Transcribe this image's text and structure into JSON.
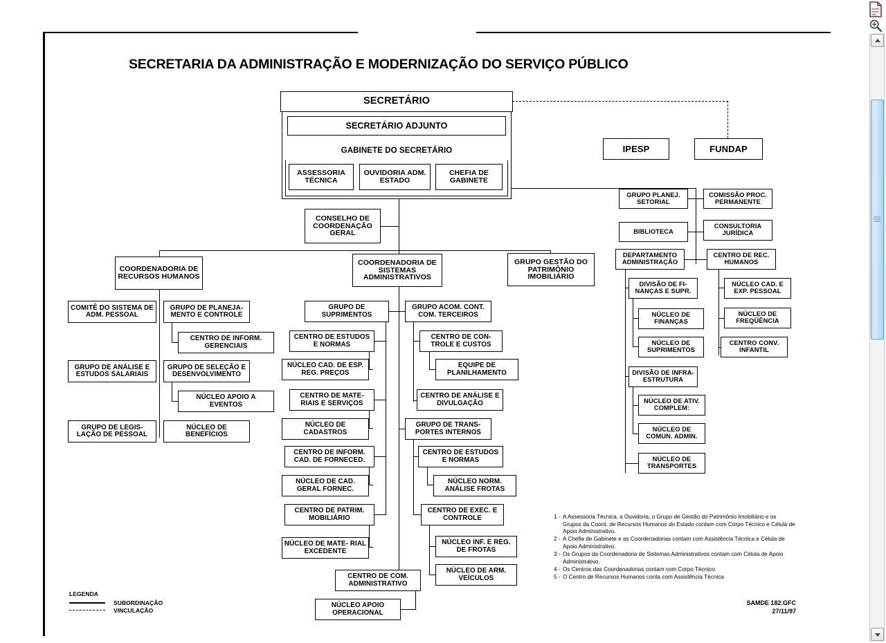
{
  "document": {
    "title": "SECRETARIA DA ADMINISTRAÇÃO E MODERNIZAÇÃO DO SERVIÇO PÚBLICO",
    "reference_code": "SAMDE 182.GFC",
    "reference_date": "27/11/97"
  },
  "legend": {
    "heading": "LEGENDA",
    "items": [
      {
        "style": "solid",
        "label": "SUBORDINAÇÃO"
      },
      {
        "style": "dashed",
        "label": "VINCULAÇÃO"
      }
    ]
  },
  "chart_data": {
    "type": "org-chart",
    "title": "SECRETARIA DA ADMINISTRAÇÃO E MODERNIZAÇÃO DO SERVIÇO PÚBLICO",
    "link_types": [
      "subordinação",
      "vinculação"
    ],
    "nodes": {
      "secretario": "SECRETÁRIO",
      "secretario_adjunto": "SECRETÁRIO ADJUNTO",
      "gabinete": "GABINETE DO SECRETÁRIO",
      "assessoria_tecnica": "ASSESSORIA TÉCNICA",
      "ouvidoria": "OUVIDORIA ADM. ESTADO",
      "chefia_gabinete": "CHEFIA DE GABINETE",
      "ipesp": "IPESP",
      "fundap": "FUNDAP",
      "conselho": "CONSELHO DE COORDENAÇÃO GERAL",
      "coord_rh": "COORDENADORIA DE RECURSOS HUMANOS",
      "coord_sistemas": "COORDENADORIA DE SISTEMAS ADMINISTRATIVOS",
      "grupo_patrimonio": "GRUPO GESTÃO DO PATRIMÔNIO IMOBILIÁRIO",
      "grupo_planej_setorial": "GRUPO PLANEJ. SETORIAL",
      "comissao_proc": "COMISSÃO PROC. PERMANENTE",
      "biblioteca": "BIBLIOTECA",
      "consultoria_juridica": "CONSULTORIA JURÍDICA",
      "departamento_adm": "DEPARTAMENTO ADMINISTRAÇÃO",
      "centro_rec_humanos": "CENTRO DE REC. HUMANOS",
      "comite_sistema": "COMITÊ DO SISTEMA DE ADM. PESSOAL",
      "grupo_planejamento": "GRUPO DE PLANEJA- MENTO E CONTROLE",
      "centro_inform_gerenciais": "CENTRO DE INFORM. GERENCIAIS",
      "grupo_analise": "GRUPO DE ANÁLISE E ESTUDOS SALARIAIS",
      "grupo_selecao": "GRUPO DE SELEÇÃO E DESENVOLVIMENTO",
      "nucleo_apoio_eventos": "NÚCLEO APOIO A EVENTOS",
      "grupo_legislacao": "GRUPO DE LEGIS- LAÇÃO DE PESSOAL",
      "nucleo_beneficios": "NÚCLEO DE BENEFÍCIOS",
      "grupo_suprimentos": "GRUPO DE SUPRIMENTOS",
      "centro_estudos_normas_1": "CENTRO DE ESTUDOS E NORMAS",
      "nucleo_cad_esp": "NÚCLEO CAD. DE ESP. REG. PREÇOS",
      "centro_materiais": "CENTRO DE MATE- RIAIS E SERVIÇOS",
      "nucleo_cadastros": "NÚCLEO DE CADASTROS",
      "centro_inform_forneced": "CENTRO DE INFORM. CAD. DE FORNECED.",
      "nucleo_cad_geral": "NÚCLEO DE CAD. GERAL FORNEC.",
      "centro_patrim": "CENTRO DE PATRIM. MOBILIÁRIO",
      "nucleo_material_excedente": "NÚCLEO DE MATE- RIAL EXCEDENTE",
      "grupo_acom": "GRUPO ACOM. CONT. COM. TERCEIROS",
      "centro_controle_custos": "CENTRO DE CON- TROLE E CUSTOS",
      "equipe_planilhamento": "EQUIPE DE PLANILHAMENTO",
      "centro_analise_divulgacao": "CENTRO DE ANÁLISE E DIVULGAÇÃO",
      "grupo_transportes": "GRUPO DE TRANS- PORTES INTERNOS",
      "centro_estudos_normas_2": "CENTRO DE ESTUDOS E NORMAS",
      "nucleo_norm_frotas": "NÚCLEO NORM. ANÁLISE FROTAS",
      "centro_exec_controle": "CENTRO DE EXEC. E CONTROLE",
      "nucleo_inf_frotas": "NÚCLEO INF. E REG. DE FROTAS",
      "nucleo_arm_veiculos": "NÚCLEO DE ARM. VEÍCULOS",
      "centro_com_adm": "CENTRO DE COM. ADMINISTRATIVO",
      "nucleo_apoio_operacional": "NÚCLEO APOIO OPERACIONAL",
      "divisao_financas": "DIVISÃO DE FI- NANÇAS E SUPR.",
      "nucleo_financas": "NÚCLEO DE FINANÇAS",
      "nucleo_suprimentos": "NÚCLEO DE SUPRIMENTOS",
      "divisao_infra": "DIVISÃO DE INFRA-ESTRUTURA",
      "nucleo_ativ_complem": "NÚCLEO DE ATIV. COMPLEM:",
      "nucleo_comun_admin": "NÚCLEO DE COMUN. ADMIN.",
      "nucleo_transportes": "NÚCLEO DE TRANSPORTES",
      "nucleo_cad_exp_pessoal": "NÚCLEO CAD. E EXP. PESSOAL",
      "nucleo_frequencia": "NÚCLEO DE FREQÜÊNCIA",
      "centro_conv_infantil": "CENTRO CONV. INFANTIL"
    }
  },
  "notes": [
    {
      "num": "1 -",
      "text": "A Assessoria Técnica, a Ouvidoria, o Grupo de Gestão do Patrimônio Imobiliário e os Grupos da Coord. de Recursos Humanos do Estado contam com  Corpo Técnico e Célula de Apoio Administrativo."
    },
    {
      "num": "2 -",
      "text": "A Chefia de Gabinete e as Coordenadorias contam com Assistência Técnica e Célula de Apoio Administrativo."
    },
    {
      "num": "3 -",
      "text": "Os Grupos da Coordenadoria de Sistemas Administrativos contam com Célula de Apoio Administrativo."
    },
    {
      "num": "4 -",
      "text": "Os Centros das Coordenadorias contam com Corpo Técnico."
    },
    {
      "num": "5 -",
      "text": "O Centro de Recursos Humanos conta com Assistência Técnica"
    }
  ],
  "viewer": {
    "document_icon": "document-icon",
    "zoom_icon": "zoom-in-icon",
    "scroll_up_icon": "scroll-up-arrow-icon",
    "scroll_down_icon": "scroll-down-arrow-icon"
  }
}
